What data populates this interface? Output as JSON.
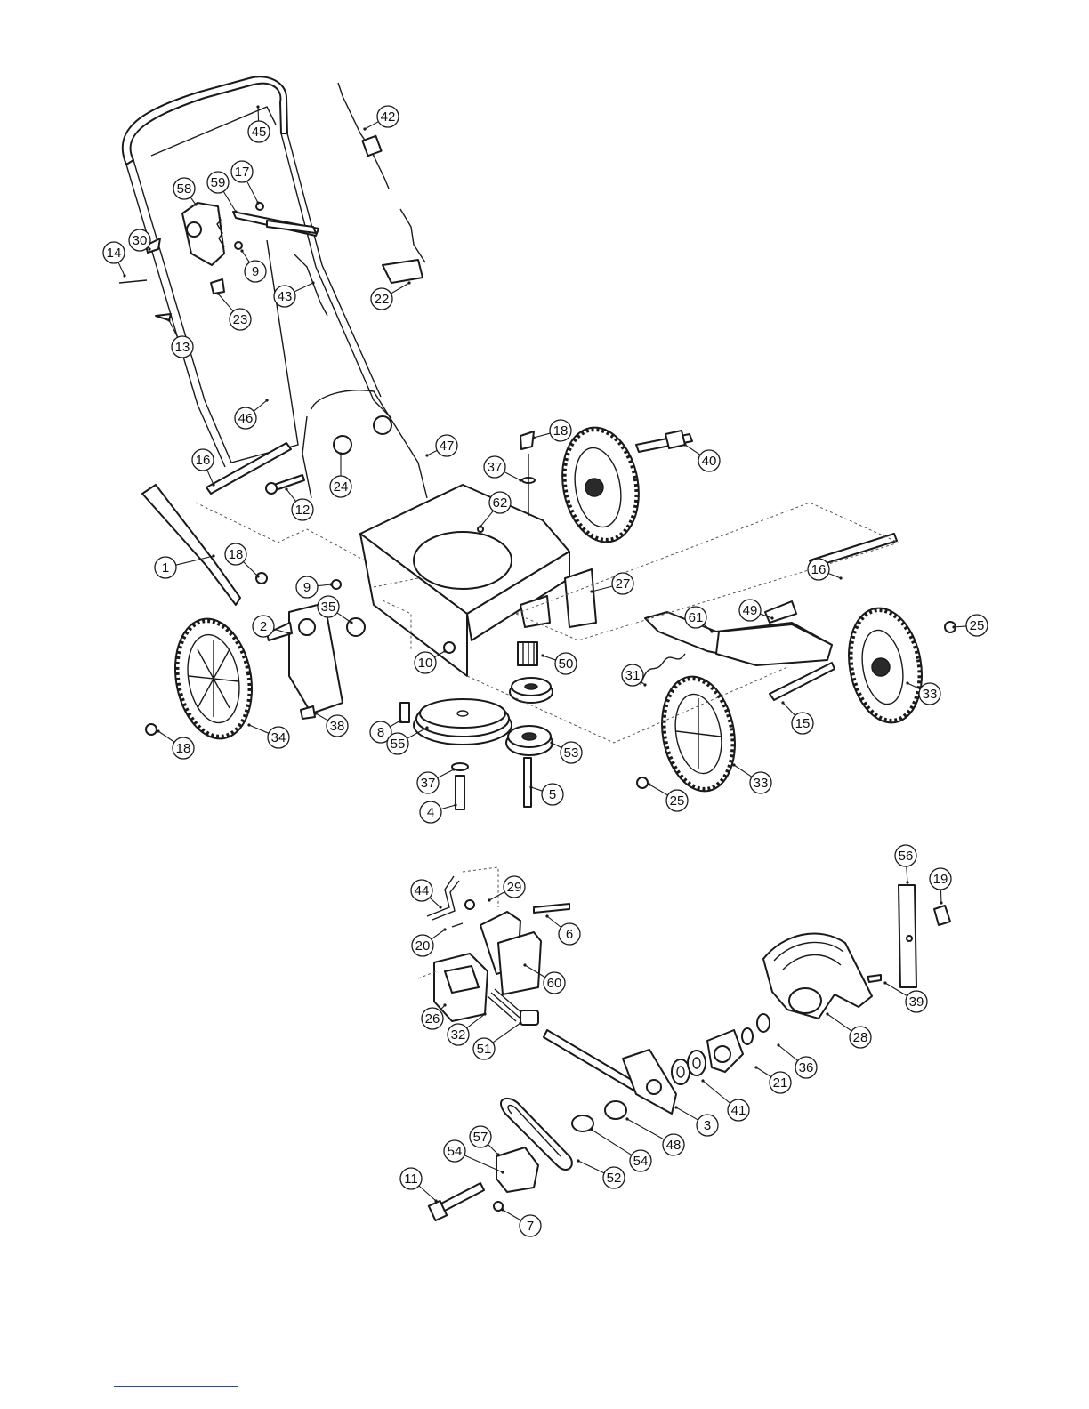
{
  "callouts": {
    "c1": "1",
    "c2": "2",
    "c3": "3",
    "c4": "4",
    "c5": "5",
    "c6": "6",
    "c7": "7",
    "c8": "8",
    "c9a": "9",
    "c9b": "9",
    "c10": "10",
    "c11": "11",
    "c12": "12",
    "c13": "13",
    "c14": "14",
    "c15": "15",
    "c16a": "16",
    "c16b": "16",
    "c17": "17",
    "c18a": "18",
    "c18b": "18",
    "c19": "19",
    "c20": "20",
    "c21": "21",
    "c22": "22",
    "c23": "23",
    "c24": "24",
    "c25a": "25",
    "c25b": "25",
    "c26": "26",
    "c27": "27",
    "c28": "28",
    "c29": "29",
    "c30": "30",
    "c31": "31",
    "c32": "32",
    "c33a": "33",
    "c33b": "33",
    "c34": "34",
    "c35": "35",
    "c36": "36",
    "c37a": "37",
    "c37b": "37",
    "c38": "38",
    "c39": "39",
    "c40": "40",
    "c41": "41",
    "c42": "42",
    "c43": "43",
    "c44": "44",
    "c45": "45",
    "c46": "46",
    "c47": "47",
    "c48": "48",
    "c49": "49",
    "c50": "50",
    "c51": "51",
    "c52": "52",
    "c53": "53",
    "c54a": "54",
    "c54b": "54",
    "c55": "55",
    "c56": "56",
    "c57": "57",
    "c58": "58",
    "c59": "59",
    "c60": "60",
    "c61": "61",
    "c62": "62"
  },
  "footer": {
    "link_label": ""
  },
  "colors": {
    "line": "#1a1a1a",
    "background": "#ffffff",
    "link": "#2c3fd1"
  }
}
